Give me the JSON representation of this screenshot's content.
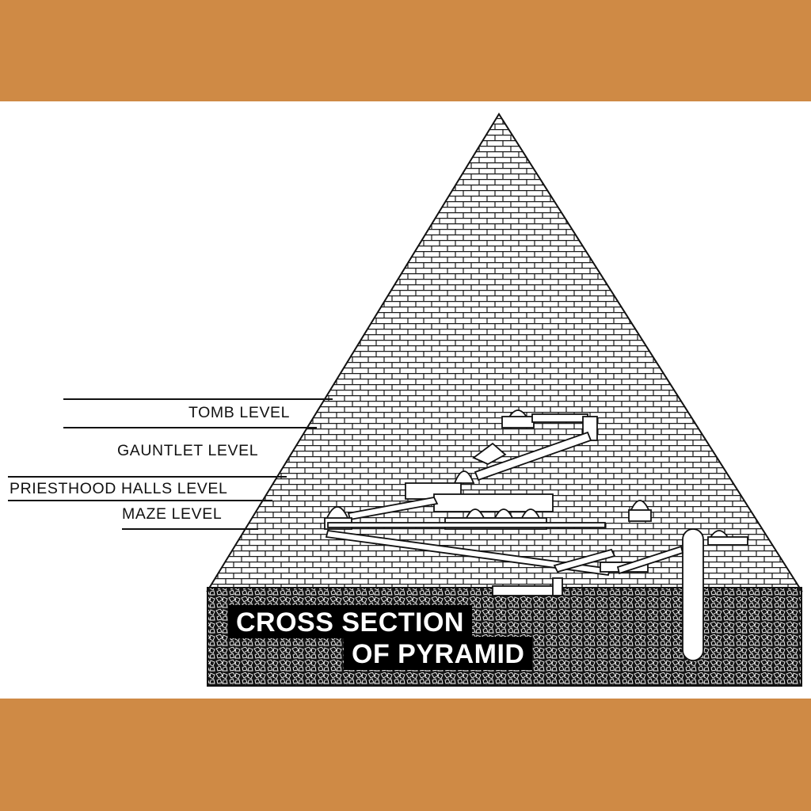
{
  "labels": {
    "tomb": "TOMB LEVEL",
    "gauntlet": "GAUNTLET LEVEL",
    "priesthood": "PRIESTHOOD HALLS LEVEL",
    "maze": "MAZE LEVEL"
  },
  "title": {
    "line1": "CROSS SECTION",
    "line2": "OF PYRAMID"
  },
  "colors": {
    "band": "#cf8a45",
    "panel": "#ffffff",
    "ink": "#111111"
  }
}
